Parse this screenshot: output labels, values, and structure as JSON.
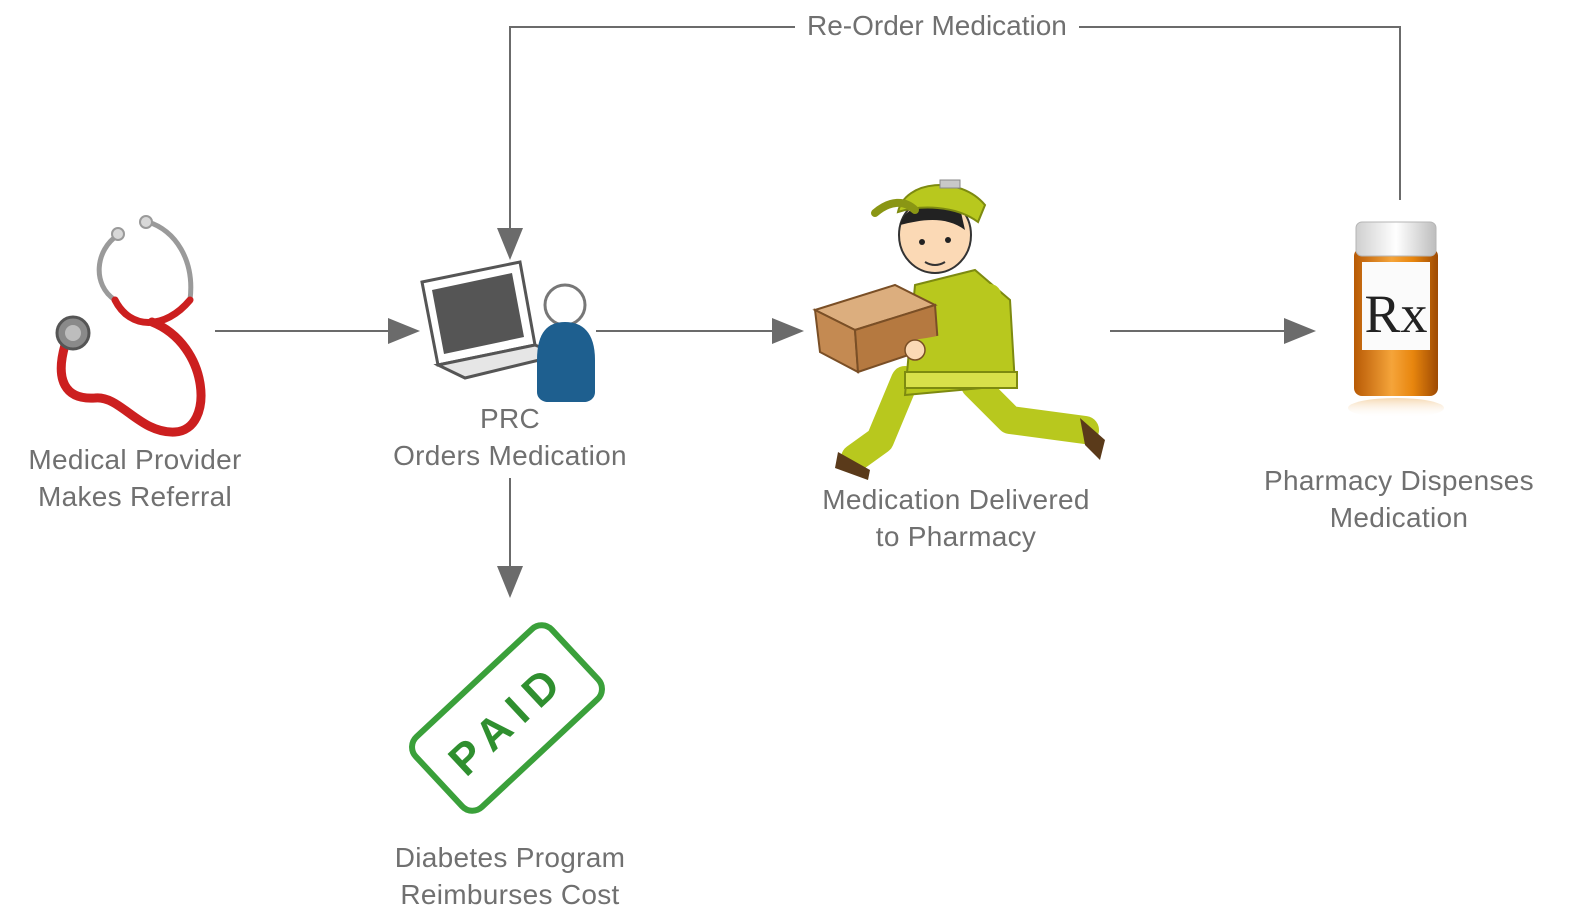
{
  "diagram": {
    "colors": {
      "connector": "#6b6b6b",
      "label_text": "#707070",
      "stethoscope": "#cc1f1f",
      "person": "#1e5f8f",
      "courier_uniform": "#b8c81e",
      "box": "#c48a52",
      "pill_bottle": "#e8860e",
      "paid_stamp": "#3aa03a"
    },
    "nodes": {
      "provider": {
        "icon": "stethoscope-icon",
        "line1": "Medical Provider",
        "line2": "Makes Referral"
      },
      "prc": {
        "icon": "laptop-user-icon",
        "line1": "PRC",
        "line2": "Orders Medication"
      },
      "delivery": {
        "icon": "delivery-courier-icon",
        "line1": "Medication Delivered",
        "line2": "to Pharmacy"
      },
      "pharmacy": {
        "icon": "prescription-bottle-icon",
        "line1": "Pharmacy Dispenses",
        "line2": "Medication"
      },
      "reimburse": {
        "icon": "paid-stamp-icon",
        "line1": "Diabetes Program",
        "line2": "Reimburses Cost"
      }
    },
    "paid_stamp_text": "PAID",
    "rx_symbol": "Rx",
    "loop_label": "Re-Order Medication"
  }
}
